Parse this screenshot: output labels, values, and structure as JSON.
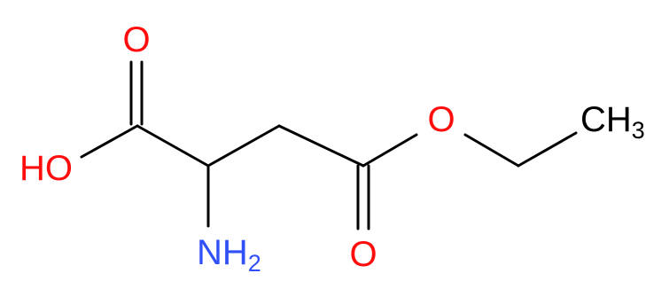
{
  "molecule": {
    "atoms": {
      "carbonyl_oxygen_top": "O",
      "hydroxyl": "HO",
      "amine_n": "NH",
      "amine_sub": "2",
      "ester_oxygen": "O",
      "carbonyl_oxygen_bottom": "O",
      "methyl_c": "CH",
      "methyl_sub": "3"
    },
    "colors": {
      "oxygen": "#ff0d0d",
      "nitrogen": "#3050f8",
      "carbon": "#000000",
      "bond": "#000000"
    }
  }
}
